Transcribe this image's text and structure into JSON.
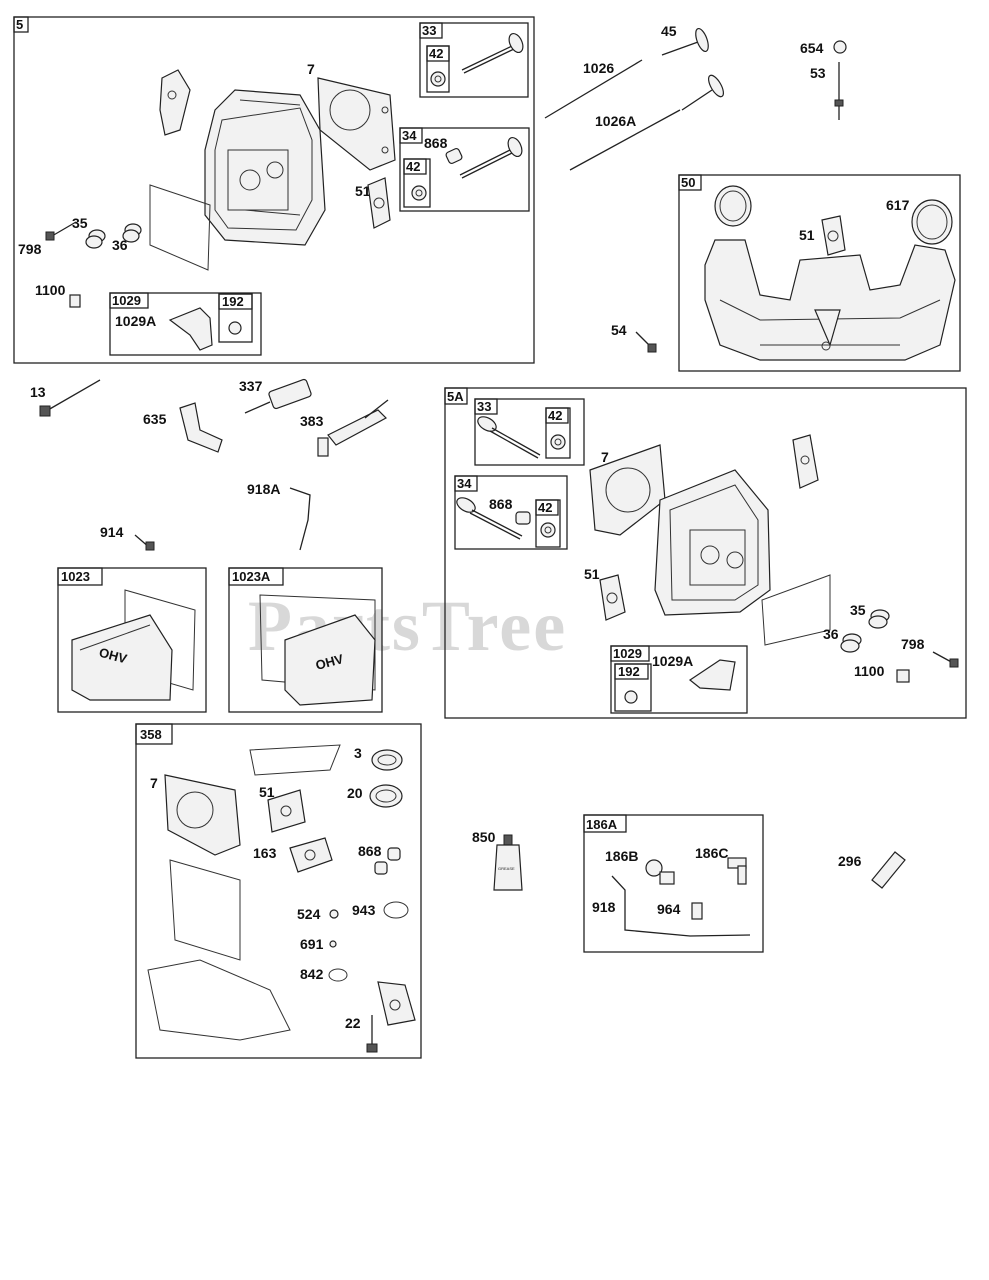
{
  "watermark": "PartsTree",
  "groups": {
    "g5": "5",
    "g33": "33",
    "g42": "42",
    "g34": "34",
    "g1029": "1029",
    "g192": "192",
    "g50": "50",
    "g5a": "5A",
    "g1023": "1023",
    "g1023a": "1023A",
    "g358": "358",
    "g186a": "186A"
  },
  "cover_text": "OHV",
  "tube_text": "GREASE",
  "labels": {
    "l7a": "7",
    "l868a": "868",
    "l51a": "51",
    "l35a": "35",
    "l36a": "36",
    "l798a": "798",
    "l1100a": "1100",
    "l1029Aa": "1029A",
    "l45": "45",
    "l1026": "1026",
    "l1026A": "1026A",
    "l654": "654",
    "l53": "53",
    "l617": "617",
    "l51b": "51",
    "l54": "54",
    "l13": "13",
    "l337": "337",
    "l635": "635",
    "l383": "383",
    "l918A": "918A",
    "l914": "914",
    "l7b": "7",
    "l868b": "868",
    "l51c": "51",
    "l35b": "35",
    "l36b": "36",
    "l798b": "798",
    "l1100b": "1100",
    "l1029Ab": "1029A",
    "l3": "3",
    "l7c": "7",
    "l51d": "51",
    "l20": "20",
    "l163": "163",
    "l868c": "868",
    "l524": "524",
    "l943": "943",
    "l691": "691",
    "l842": "842",
    "l22": "22",
    "l850": "850",
    "l186B": "186B",
    "l186C": "186C",
    "l918": "918",
    "l964": "964",
    "l296": "296"
  }
}
